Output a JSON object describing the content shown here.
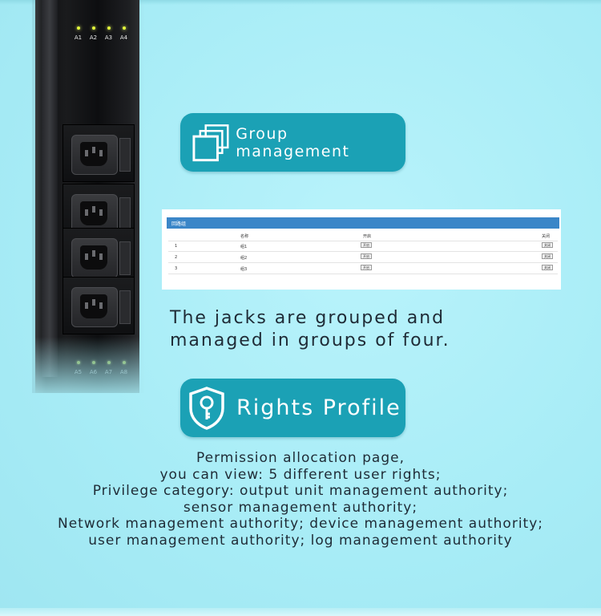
{
  "pdu": {
    "top_labels": [
      "A1",
      "A2",
      "A3",
      "A4"
    ],
    "bottom_labels": [
      "A5",
      "A6",
      "A7",
      "A8"
    ]
  },
  "group_badge": {
    "label": "Group management",
    "icon": "stacked-windows-icon"
  },
  "group_table": {
    "header": "回路组",
    "columns": [
      "名称",
      "开启",
      "关闭"
    ],
    "rows": [
      {
        "index": "1",
        "name": "组1",
        "on": "开启",
        "off": "关闭"
      },
      {
        "index": "2",
        "name": "组2",
        "on": "开启",
        "off": "关闭"
      },
      {
        "index": "3",
        "name": "组3",
        "on": "开启",
        "off": "关闭"
      }
    ]
  },
  "caption": {
    "line1": "The jacks are grouped and",
    "line2": "managed in groups of four."
  },
  "rights_badge": {
    "label": "Rights Profile",
    "icon": "shield-key-icon"
  },
  "description": {
    "lines": [
      "Permission allocation page,",
      "you can view: 5 different user rights;",
      "Privilege category: output unit management authority;",
      "sensor management authority;",
      "Network management authority; device management authority;",
      "user management authority; log management authority"
    ]
  },
  "colors": {
    "background": "#a9eef7",
    "pill": "#1ba1b5",
    "table_header": "#3a86c8",
    "text": "#1f2b36"
  }
}
